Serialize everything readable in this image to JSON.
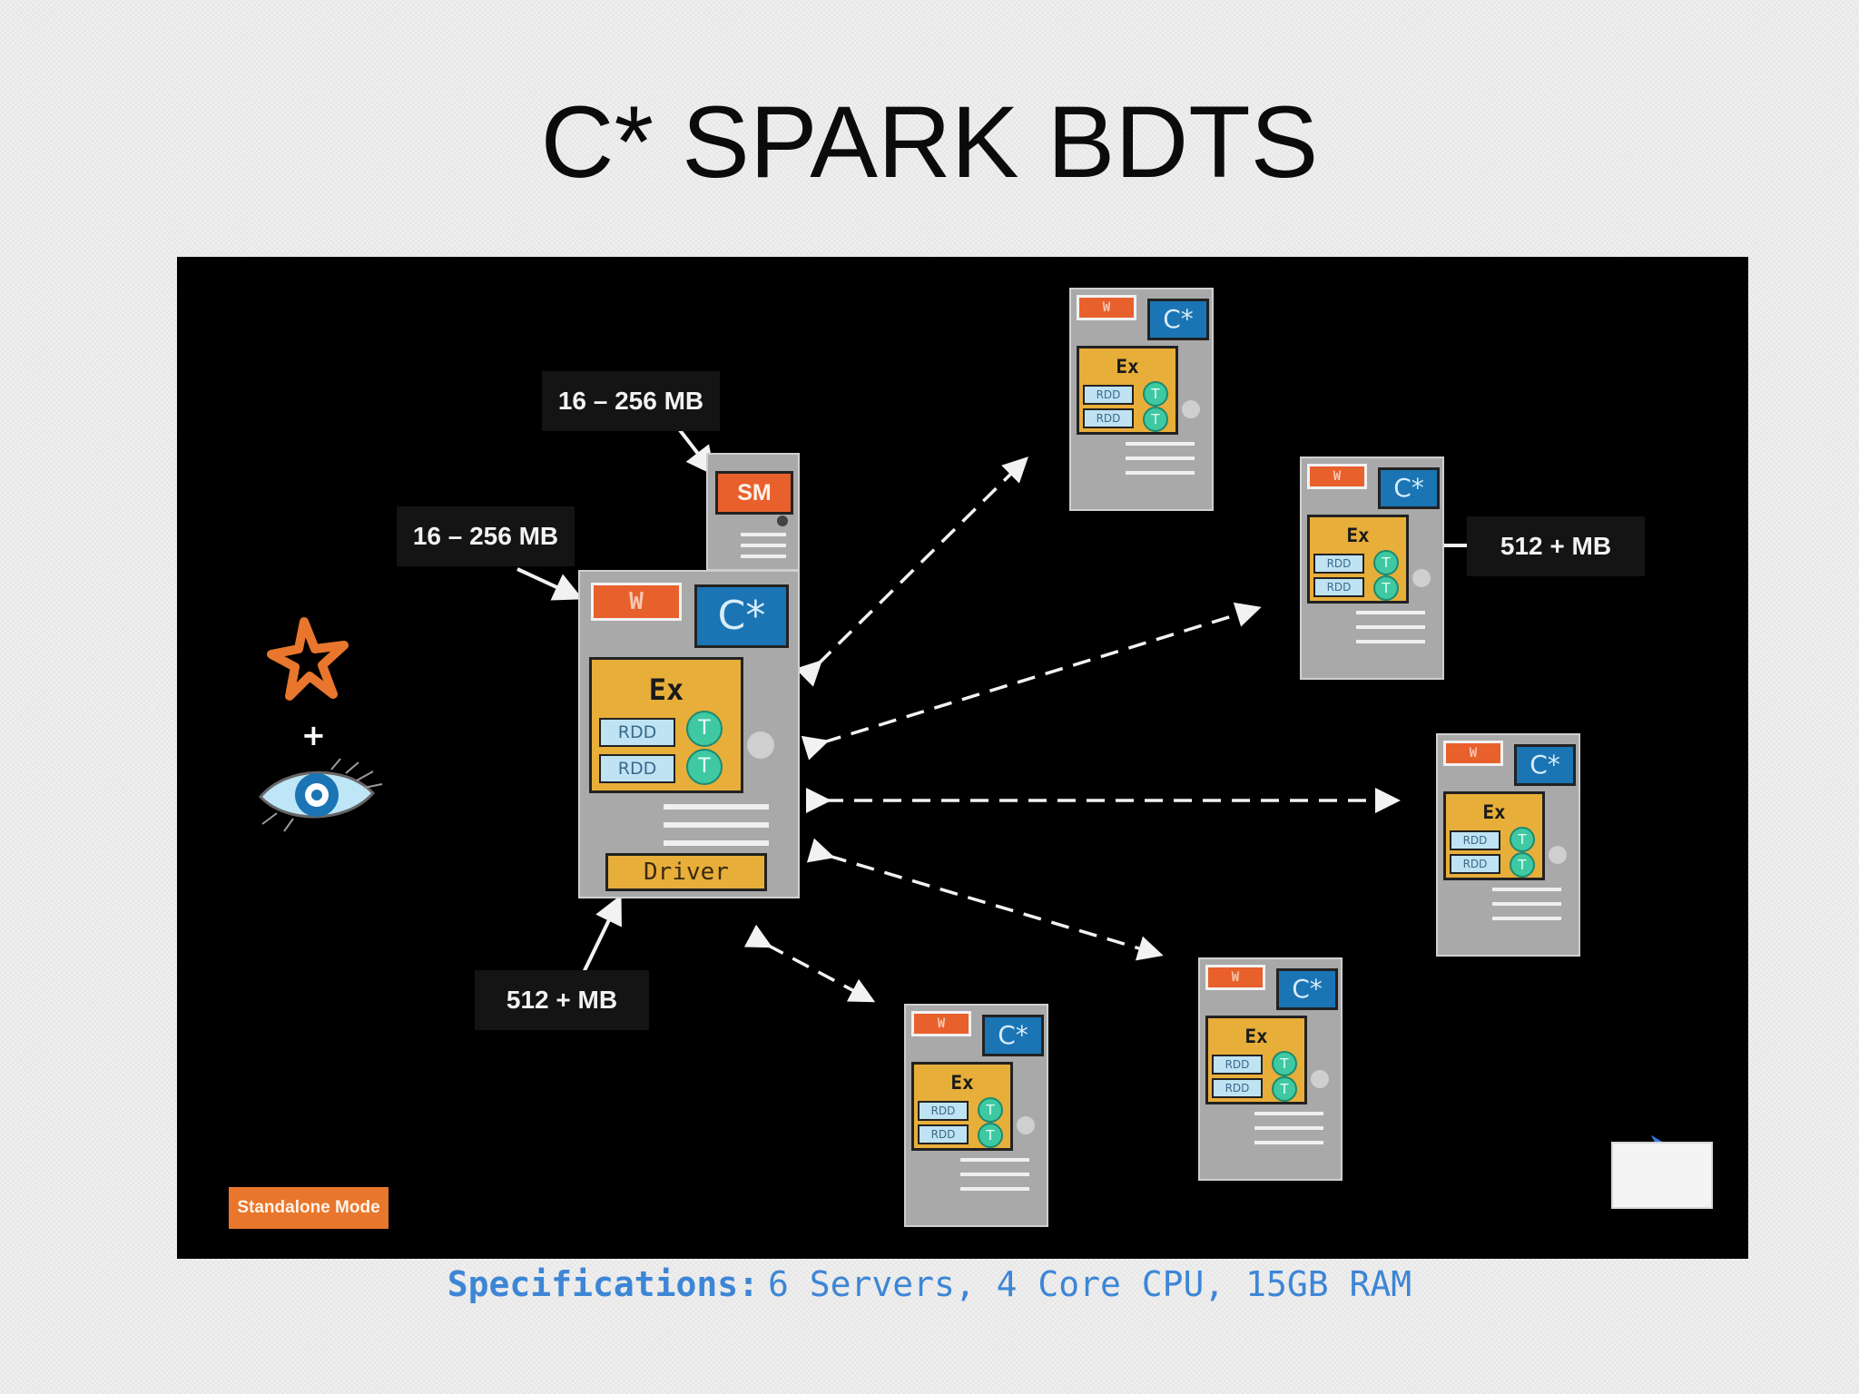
{
  "slide": {
    "title": "C* SPARK BDTS",
    "specifications_label": "Specifications:",
    "specifications_value": "6 Servers, 4 Core CPU, 15GB RAM"
  },
  "diagram": {
    "callouts": {
      "spark_master_memory": "16 – 256 MB",
      "worker_memory": "16 – 256 MB",
      "driver_memory": "512 + MB",
      "executor_memory": "512 + MB"
    },
    "spark_master_label": "SM",
    "driver_label": "Driver",
    "node_labels": {
      "worker": "W",
      "cassandra": "C*",
      "executor": "Ex",
      "rdd": "RDD",
      "task": "T"
    },
    "mode_badge": "Standalone Mode",
    "colors": {
      "background": "#000000",
      "server": "#a9a9a9",
      "worker": "#e8602c",
      "cassandra": "#1b74b4",
      "executor": "#e8ae3a",
      "rdd": "#bfe3f3",
      "task": "#3fc9a2",
      "spec_text": "#3d86d6"
    },
    "icons": [
      "spark-star-icon",
      "cassandra-eye-icon",
      "google-cloud-platform-logo"
    ]
  }
}
